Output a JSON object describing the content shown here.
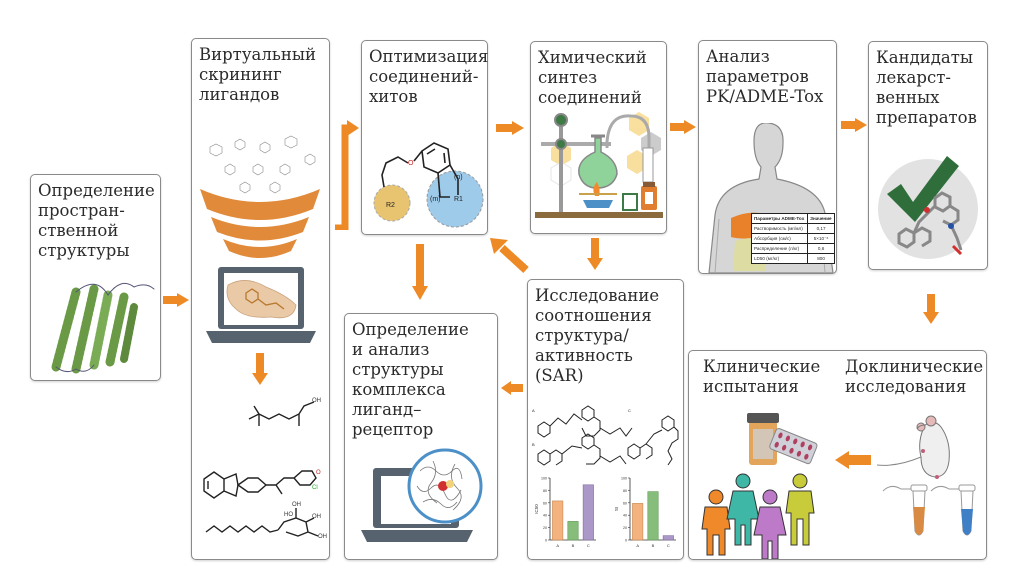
{
  "title": "Drug discovery pipeline",
  "colors": {
    "arrow": "#ee8a25",
    "box_border": "#8a8a8a",
    "protein_green": "#6a9a45",
    "funnel_orange": "#e08a3a",
    "laptop_gray": "#56636e",
    "check_green": "#2f6e3a",
    "bar_orange": "#f3b27e",
    "bar_green": "#86bd7a",
    "bar_purple": "#ab98c8",
    "r2_circle": "#e8c370",
    "r1_circle": "#9fcbeb"
  },
  "stages": [
    {
      "id": "structure",
      "label": "Определение\nпростран-\nственной\nструктуры",
      "icon": "protein-structure"
    },
    {
      "id": "virtual-screening",
      "label": "Виртуальный\nскрининг\nлигандов",
      "icon": "screening-funnel",
      "molecules": [
        "OH",
        "O",
        "Cl",
        "HO",
        "OH",
        "OH",
        "OH"
      ]
    },
    {
      "id": "hit-optimization",
      "label": "Оптимизация\nсоединений-\nхитов",
      "icon": "molecule-scaffold",
      "groups": [
        "R2",
        "R1",
        "(n)",
        "(m)",
        "O"
      ]
    },
    {
      "id": "synthesis",
      "label": "Химический\nсинтез\nсоединений",
      "icon": "lab-glassware"
    },
    {
      "id": "adme",
      "label": "Анализ\nпараметров\nPK/ADME-Tox",
      "icon": "human-body"
    },
    {
      "id": "candidates",
      "label": "Кандидаты\nлекарст-\nвенных\nпрепаратов",
      "icon": "checkmark"
    },
    {
      "id": "complex-analysis",
      "label": "Определение\nи анализ\nструктуры\nкомплекса\nлиганд–рецептор",
      "icon": "laptop-zoom"
    },
    {
      "id": "sar",
      "label": "Исследование\nсоотношения\nструктура/\nактивность\n(SAR)",
      "icon": "sar-charts",
      "compound_labels": [
        "A",
        "B",
        "C"
      ]
    },
    {
      "id": "clinical",
      "label": "Клинические\nиспытания",
      "icon": "people-pills"
    },
    {
      "id": "preclinical",
      "label": "Доклинические\nисследования",
      "icon": "mouse-tubes"
    }
  ],
  "adme_table": {
    "headers": [
      "Параметры ADME-Tox",
      "Значение"
    ],
    "rows": [
      [
        "Растворимость (мг/мл)",
        "0,17"
      ],
      [
        "Абсорбция (см/с)",
        "5×10⁻⁶"
      ],
      [
        "Распределение (л/кг)",
        "0,6"
      ],
      [
        "LD50 (мг/кг)",
        "800"
      ]
    ]
  },
  "chart_data": [
    {
      "type": "bar",
      "title": "",
      "categories": [
        "A",
        "B",
        "C"
      ],
      "values": [
        63,
        30,
        89
      ],
      "xlabel": "",
      "ylabel": "IC50",
      "ylim": [
        0,
        100
      ],
      "yticks": [
        "0",
        "20",
        "40",
        "60",
        "80",
        "100"
      ]
    },
    {
      "type": "bar",
      "title": "",
      "categories": [
        "A",
        "B",
        "C"
      ],
      "values": [
        59,
        78,
        7
      ],
      "xlabel": "",
      "ylabel": "SI",
      "ylim": [
        0,
        100
      ],
      "yticks": [
        "0",
        "20",
        "40",
        "60",
        "80",
        "100"
      ]
    }
  ]
}
